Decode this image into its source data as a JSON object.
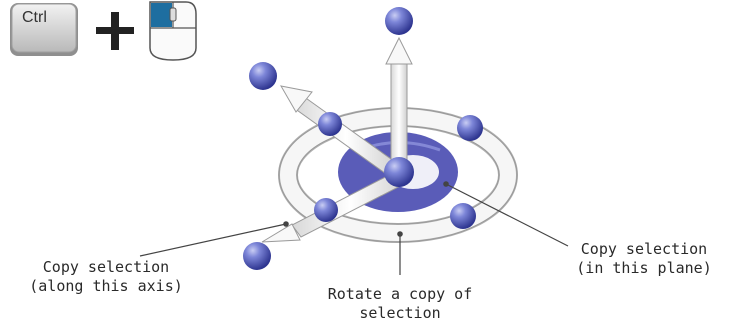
{
  "keyboard": {
    "key_label": "Ctrl",
    "plus_icon": "plus-icon",
    "mouse_icon": "mouse-left-click-icon"
  },
  "captions": {
    "axis": "Copy selection\n(along this axis)",
    "plane": "Copy selection\n(in this plane)",
    "rotate": "Rotate a copy of\nselection"
  },
  "colors": {
    "sphere": "#5560c0",
    "plane_fill": "#5a5cb8",
    "arrow_white": "#f4f4f4",
    "outline": "#9a9a9a",
    "leader": "#444444"
  }
}
